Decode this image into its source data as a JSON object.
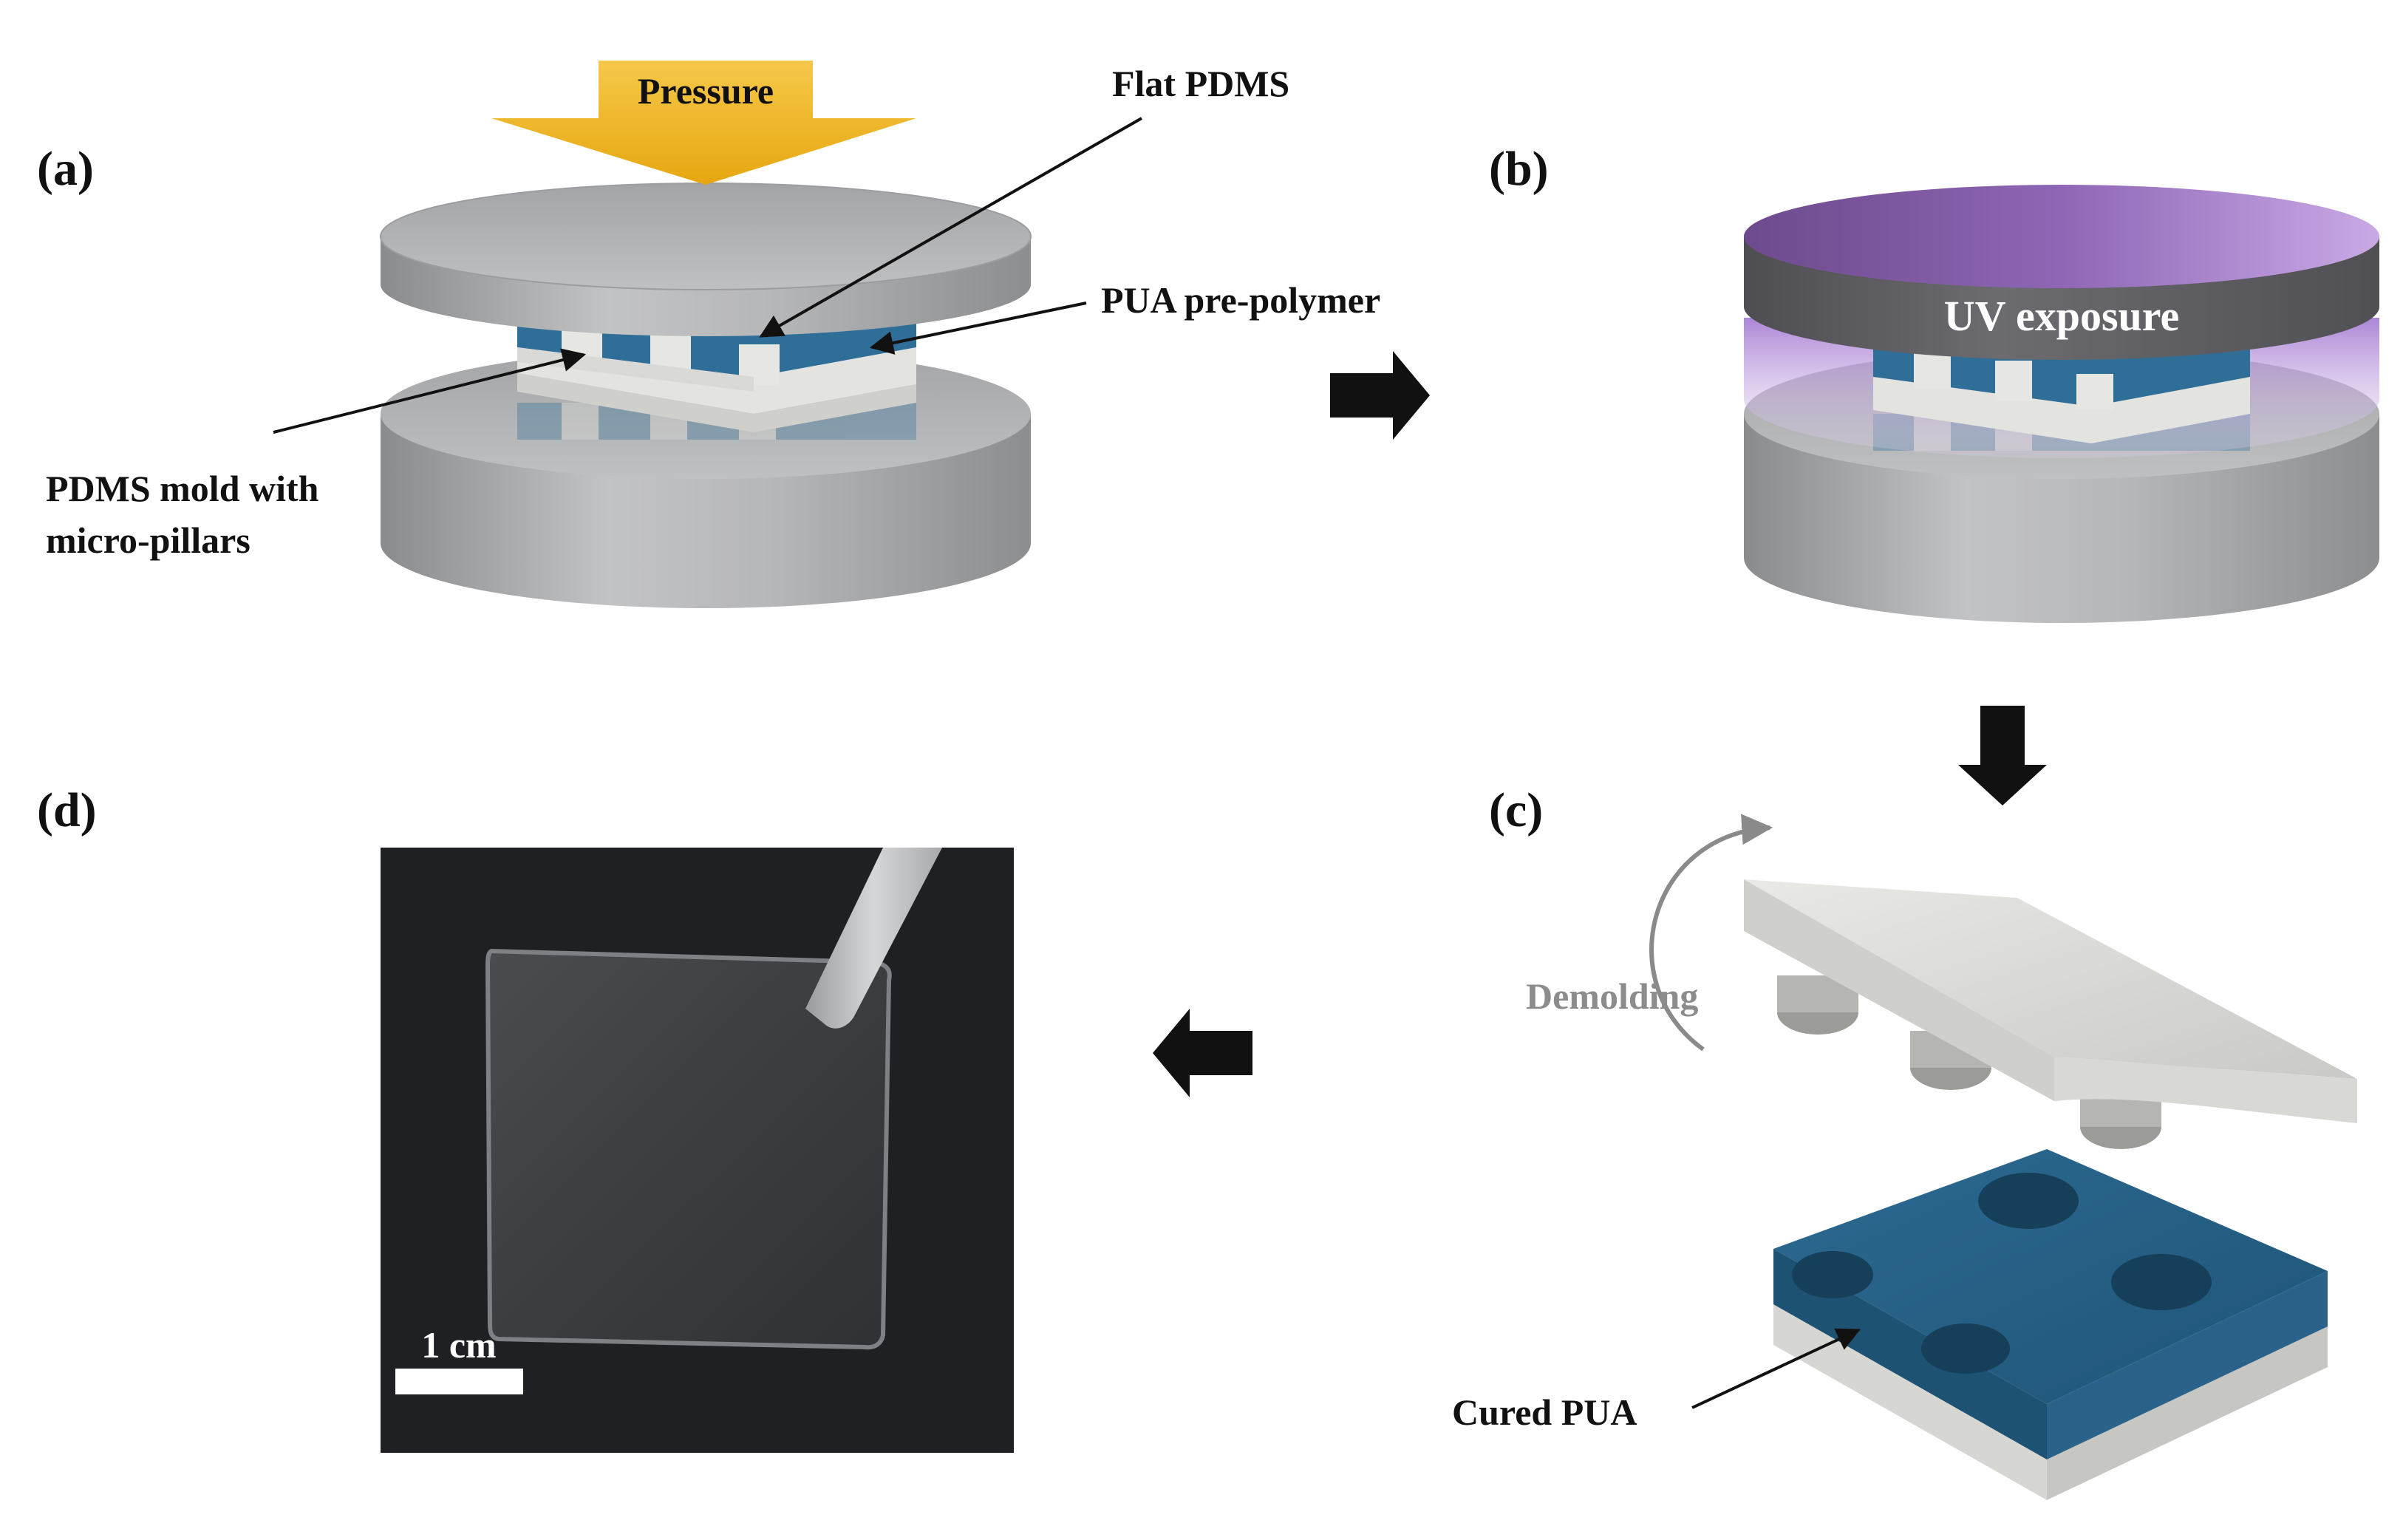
{
  "panels": {
    "a": {
      "tag": "(a)",
      "pressure_label": "Pressure",
      "flat_pdms_label": "Flat PDMS",
      "pua_label": "PUA pre-polymer",
      "mold_label_line1": "PDMS mold with",
      "mold_label_line2": "micro-pillars"
    },
    "b": {
      "tag": "(b)",
      "uv_label": "UV exposure"
    },
    "c": {
      "tag": "(c)",
      "demolding_label": "Demolding",
      "cured_label": "Cured PUA"
    },
    "d": {
      "tag": "(d)",
      "scale_label": "1 cm"
    }
  },
  "colors": {
    "pua_blue": "#2f6f97",
    "pdms_white": "#dcdcd8",
    "steel_grey": "#8e8f91",
    "uv_purple": "#8a5fb2",
    "pressure_gold": "#f2b619",
    "arrow_black": "#111111"
  }
}
